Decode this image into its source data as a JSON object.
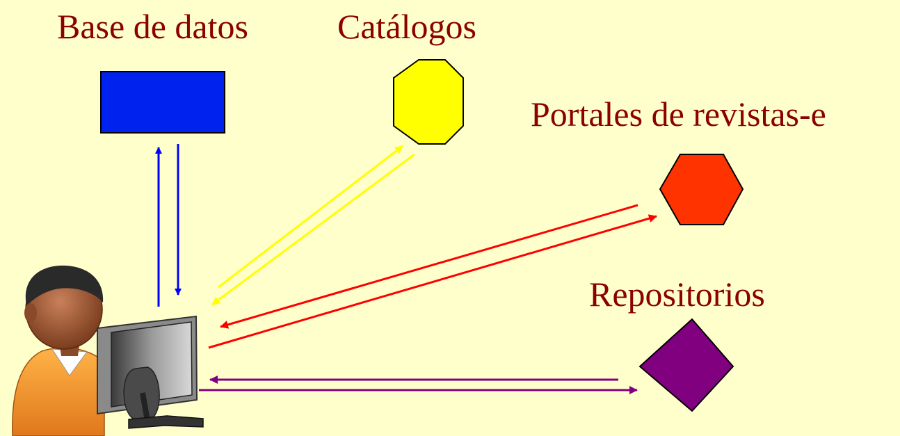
{
  "labels": {
    "database": "Base de datos",
    "catalogs": "Catálogos",
    "ejournals": "Portales de revistas-e",
    "repositories": "Repositorios"
  },
  "colors": {
    "background": "#ffffcc",
    "label_text": "#8b0000",
    "database": "#0022ee",
    "catalogs": "#ffff00",
    "ejournals": "#ff3300",
    "repositories": "#800080",
    "arrow_database": "#0000ff",
    "arrow_catalogs": "#ffff00",
    "arrow_ejournals": "#ff0000",
    "arrow_repositories": "#800080"
  },
  "icons": {
    "user": "user-at-computer-icon",
    "database": "rectangle-shape",
    "catalogs": "octagon-shape",
    "ejournals": "hexagon-shape",
    "repositories": "diamond-shape"
  }
}
